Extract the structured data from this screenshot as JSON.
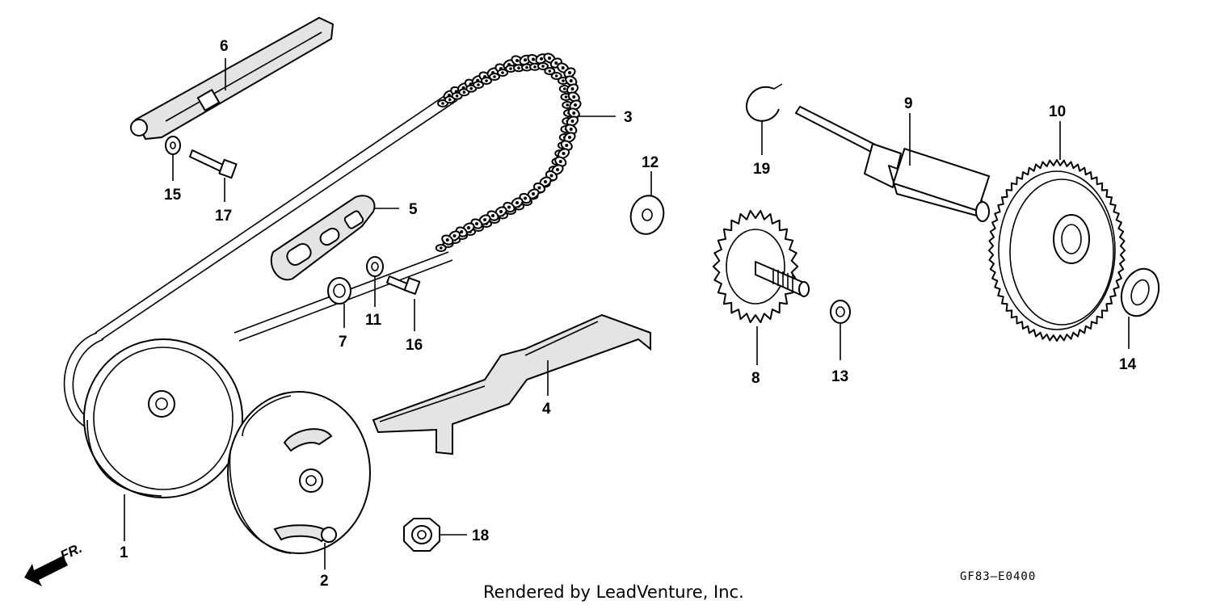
{
  "callouts": [
    {
      "id": "1",
      "label": "1"
    },
    {
      "id": "2",
      "label": "2"
    },
    {
      "id": "3",
      "label": "3"
    },
    {
      "id": "4",
      "label": "4"
    },
    {
      "id": "5",
      "label": "5"
    },
    {
      "id": "6",
      "label": "6"
    },
    {
      "id": "7",
      "label": "7"
    },
    {
      "id": "8",
      "label": "8"
    },
    {
      "id": "9",
      "label": "9"
    },
    {
      "id": "10",
      "label": "10"
    },
    {
      "id": "11",
      "label": "11"
    },
    {
      "id": "12",
      "label": "12"
    },
    {
      "id": "13",
      "label": "13"
    },
    {
      "id": "14",
      "label": "14"
    },
    {
      "id": "15",
      "label": "15"
    },
    {
      "id": "16",
      "label": "16"
    },
    {
      "id": "17",
      "label": "17"
    },
    {
      "id": "18",
      "label": "18"
    },
    {
      "id": "19",
      "label": "19"
    }
  ],
  "direction_label": "FR.",
  "diagram_code": "GF83–E0400",
  "credit": "Rendered by LeadVenture, Inc."
}
